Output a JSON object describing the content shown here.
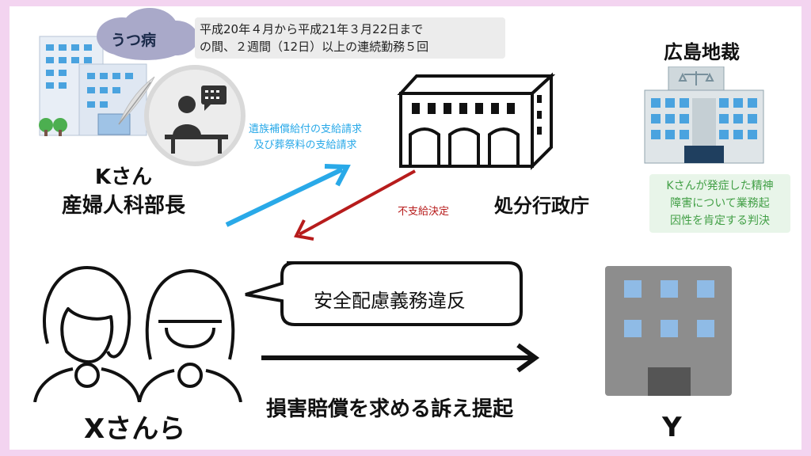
{
  "period_note": {
    "line1": "平成20年４月から平成21年３月22日まで",
    "line2": "の間、２週間（12日）以上の連続勤務５回"
  },
  "illness_label": "うつ病",
  "person_k": {
    "line1": "Kさん",
    "line2": "産婦人科部長"
  },
  "claim_text": {
    "line1": "遺族補償給付の支給請求",
    "line2": "及び葬祭料の支給請求"
  },
  "denial_label": "不支給決定",
  "agency_label": "処分行政庁",
  "court": {
    "title": "広島地裁",
    "verdict_lines": [
      "Kさんが発症した精神",
      "障害について業務起",
      "因性を肯定する判決"
    ]
  },
  "speech_bubble": "安全配慮義務違反",
  "lawsuit_label": "損害賠償を求める訴え提起",
  "plaintiffs_label": "Xさんら",
  "defendant_label": "Y",
  "colors": {
    "frame": "#f3d4f0",
    "claim_arrow": "#29a9e8",
    "denial_arrow": "#b71c1c",
    "verdict_bg": "#e8f5e9",
    "verdict_text": "#43a047",
    "hospital_blue": "#4aa3df",
    "building_gray": "#8d8d8d"
  }
}
